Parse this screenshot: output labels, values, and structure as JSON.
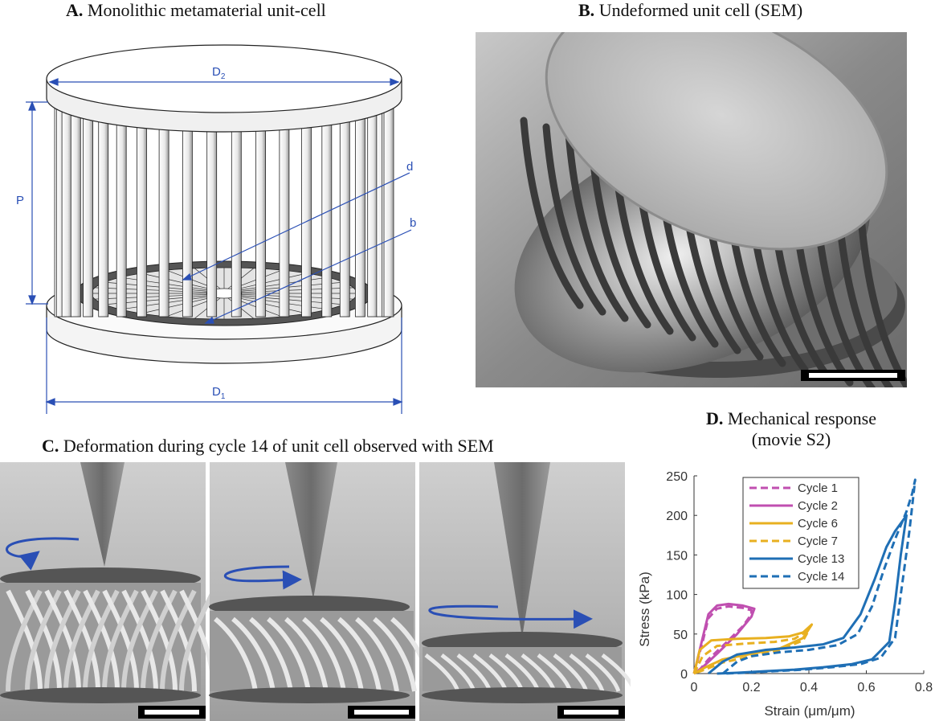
{
  "panel_a": {
    "letter": "A.",
    "title": "Monolithic metamaterial unit-cell",
    "labels": {
      "D2": "D",
      "D2_sub": "2",
      "D1": "D",
      "D1_sub": "1",
      "P": "P",
      "d": "d",
      "b": "b"
    }
  },
  "panel_b": {
    "letter": "B.",
    "title": "Undeformed unit cell (SEM)"
  },
  "panel_c": {
    "letter": "C.",
    "title": "Deformation during cycle 14 of unit cell observed with SEM"
  },
  "panel_d": {
    "letter": "D.",
    "title_line1": "Mechanical response",
    "title_line2": "(movie S2)"
  },
  "colors": {
    "annotation_blue": "#2a4fb5",
    "magenta": "#c04fb0",
    "gold": "#e8b020",
    "blue": "#1f6fb5"
  },
  "chart_data": {
    "type": "line",
    "xlabel": "Strain (μm/μm)",
    "ylabel": "Stress (kPa)",
    "xlim": [
      0,
      0.8
    ],
    "ylim": [
      0,
      250
    ],
    "xticks": [
      "0",
      "0.2",
      "0.4",
      "0.6",
      "0.8"
    ],
    "yticks": [
      "0",
      "50",
      "100",
      "150",
      "200",
      "250"
    ],
    "legend_position": "top-left",
    "series": [
      {
        "name": "Cycle 1",
        "color": "#c04fb0",
        "dash": true,
        "x": [
          0,
          0.03,
          0.05,
          0.08,
          0.12,
          0.17,
          0.2,
          0.2,
          0.17,
          0.1,
          0.05,
          0.02,
          0
        ],
        "y": [
          0,
          40,
          70,
          82,
          85,
          83,
          80,
          75,
          60,
          35,
          18,
          5,
          0
        ]
      },
      {
        "name": "Cycle 2",
        "color": "#c04fb0",
        "dash": false,
        "x": [
          0,
          0.03,
          0.05,
          0.08,
          0.12,
          0.17,
          0.21,
          0.2,
          0.15,
          0.08,
          0.03,
          0
        ],
        "y": [
          0,
          45,
          75,
          86,
          88,
          86,
          82,
          72,
          50,
          25,
          8,
          0
        ]
      },
      {
        "name": "Cycle 6",
        "color": "#e8b020",
        "dash": false,
        "x": [
          0,
          0.02,
          0.06,
          0.15,
          0.25,
          0.33,
          0.38,
          0.41,
          0.38,
          0.3,
          0.2,
          0.1,
          0.04,
          0
        ],
        "y": [
          0,
          30,
          42,
          44,
          45,
          47,
          52,
          62,
          45,
          32,
          25,
          18,
          8,
          0
        ]
      },
      {
        "name": "Cycle 7",
        "color": "#e8b020",
        "dash": true,
        "x": [
          0,
          0.03,
          0.08,
          0.18,
          0.28,
          0.35,
          0.4,
          0.38,
          0.3,
          0.2,
          0.1,
          0.03,
          0
        ],
        "y": [
          0,
          22,
          35,
          38,
          40,
          44,
          55,
          42,
          30,
          22,
          14,
          4,
          0
        ]
      },
      {
        "name": "Cycle 13",
        "color": "#1f6fb5",
        "dash": false,
        "x": [
          0.05,
          0.1,
          0.15,
          0.25,
          0.35,
          0.45,
          0.52,
          0.58,
          0.63,
          0.67,
          0.7,
          0.73,
          0.74,
          0.72,
          0.7,
          0.68,
          0.62,
          0.55,
          0.45,
          0.35,
          0.25,
          0.15,
          0.08
        ],
        "y": [
          0,
          15,
          24,
          30,
          33,
          37,
          45,
          75,
          120,
          160,
          180,
          195,
          200,
          150,
          90,
          40,
          18,
          12,
          8,
          5,
          3,
          1,
          0
        ]
      },
      {
        "name": "Cycle 14",
        "color": "#1f6fb5",
        "dash": true,
        "x": [
          0.1,
          0.15,
          0.2,
          0.3,
          0.4,
          0.5,
          0.57,
          0.62,
          0.66,
          0.7,
          0.74,
          0.76,
          0.77,
          0.75,
          0.72,
          0.7,
          0.65,
          0.58,
          0.48,
          0.38,
          0.28,
          0.18,
          0.1
        ],
        "y": [
          0,
          15,
          22,
          27,
          30,
          36,
          50,
          85,
          130,
          170,
          205,
          228,
          245,
          180,
          100,
          45,
          20,
          12,
          8,
          5,
          3,
          1,
          0
        ]
      }
    ]
  }
}
